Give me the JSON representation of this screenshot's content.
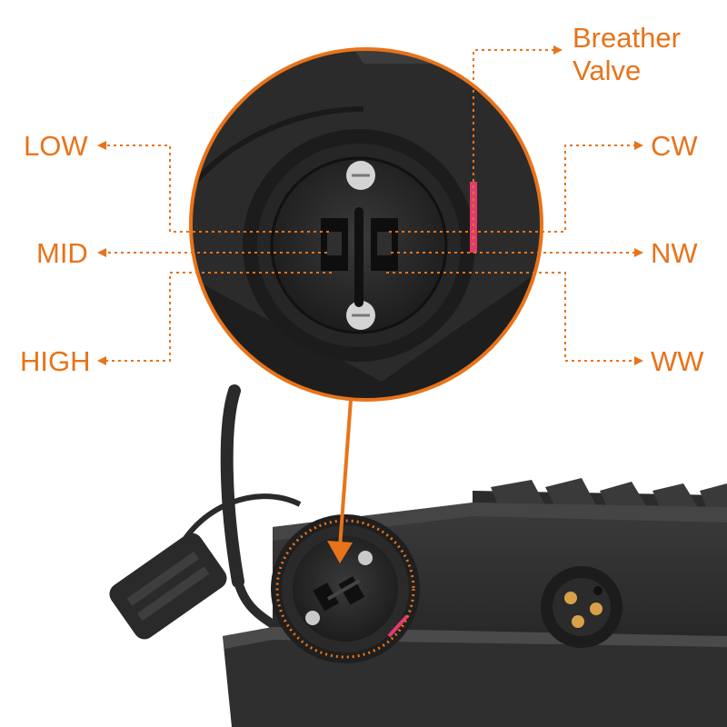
{
  "accent_color": "#e8731a",
  "labels": {
    "breather_valve_line1": "Breather",
    "breather_valve_line2": "Valve",
    "low": "LOW",
    "mid": "MID",
    "high": "HIGH",
    "cw": "CW",
    "nw": "NW",
    "ww": "WW"
  },
  "icons": [
    "breather-valve-icon",
    "connector-socket-icon",
    "screw-icon",
    "arrow-icon"
  ]
}
